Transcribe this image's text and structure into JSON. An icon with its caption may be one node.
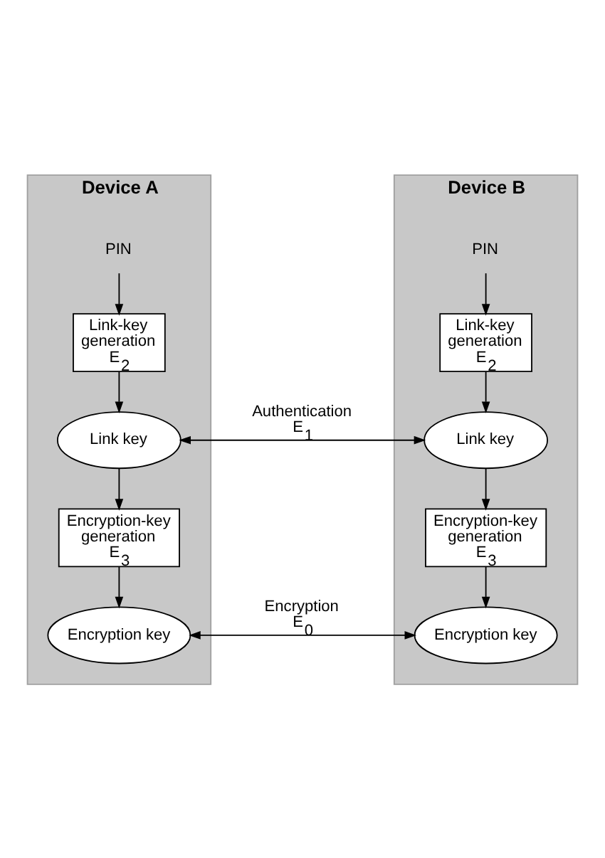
{
  "diagram": {
    "nodes": [
      {
        "text": [
          "Device A"
        ]
      },
      {
        "text": [
          "PIN"
        ],
        "in": 0
      },
      {
        "text": [
          "Link-key generation",
          "E$_{2}$"
        ],
        "in": 0
      },
      {
        "text": [
          "Link key"
        ],
        "in": 0
      },
      {
        "text": [
          "Encryption-key generation",
          "E$_{3}$"
        ],
        "in": 0
      },
      {
        "text": [
          "Encryption key"
        ],
        "in": 0
      },
      {
        "text": [
          "Device B"
        ]
      },
      {
        "text": [
          "PIN"
        ],
        "in": 6
      },
      {
        "text": [
          "Link-key generation",
          "E$_{2}$"
        ],
        "in": 6
      },
      {
        "text": [
          "Link key"
        ],
        "in": 6
      },
      {
        "text": [
          "Encryption-key generation",
          "E$_{3}$"
        ],
        "in": 6
      },
      {
        "text": [
          "Encryption key"
        ],
        "in": 6
      }
    ],
    "edges": [
      {
        "from": 1,
        "to": 2,
        "arrow": "to"
      },
      {
        "from": 2,
        "to": 3,
        "arrow": "to"
      },
      {
        "from": 3,
        "to": 4,
        "arrow": "to"
      },
      {
        "from": 4,
        "to": 5,
        "arrow": "to"
      },
      {
        "from": 7,
        "to": 8,
        "arrow": "to"
      },
      {
        "from": 8,
        "to": 9,
        "arrow": "to"
      },
      {
        "from": 9,
        "to": 10,
        "arrow": "to"
      },
      {
        "from": 10,
        "to": 11,
        "arrow": "to"
      },
      {
        "from": 3,
        "to": 9,
        "arrow": "both",
        "label": "Authentication E$_{1}$"
      },
      {
        "from": 5,
        "to": 11,
        "arrow": "both",
        "label": "Encryption E$_{0}$"
      }
    ]
  }
}
